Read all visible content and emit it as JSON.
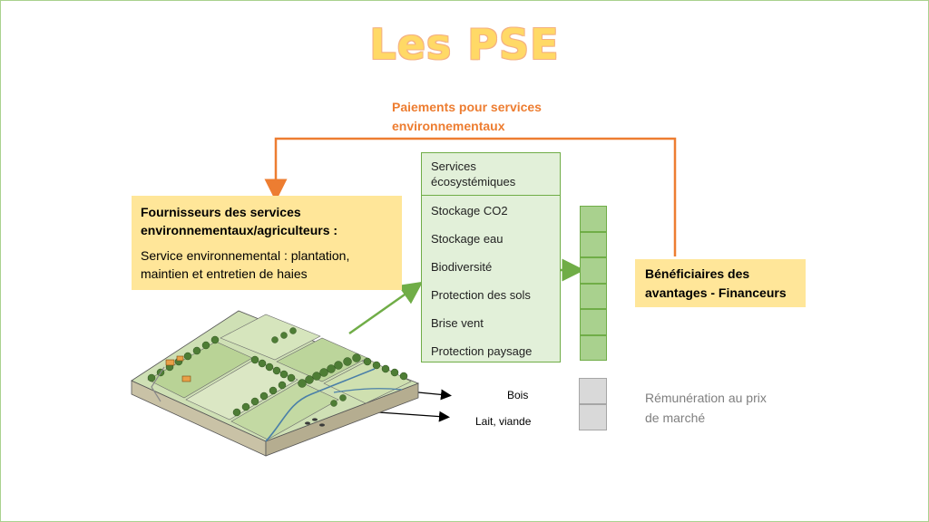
{
  "title": "Les PSE",
  "payments": {
    "line1": "Paiements pour services",
    "line2": "environnementaux"
  },
  "provider": {
    "heading": "Fournisseurs des services environnementaux/agriculteurs :",
    "description": "Service environnemental : plantation, maintien et entretien de haies"
  },
  "services": {
    "header": "Services écosystémiques",
    "items": [
      "Stockage CO2",
      "Stockage eau",
      "Biodiversité",
      "Protection des sols",
      "Brise vent",
      "Protection paysage"
    ]
  },
  "beneficiary": {
    "line1": "Bénéficiaires des",
    "line2": "avantages - Financeurs"
  },
  "products": {
    "wood": "Bois",
    "milk_meat": "Lait, viande"
  },
  "market": {
    "line1": "Rémunération au prix",
    "line2": "de marché"
  },
  "colors": {
    "title_fill": "#ffd966",
    "payment_arrow": "#ed7d31",
    "box_yellow": "#ffe699",
    "service_green": "#e2f0d9",
    "stack_green": "#a9d18e",
    "stack_gray": "#d9d9d9"
  }
}
